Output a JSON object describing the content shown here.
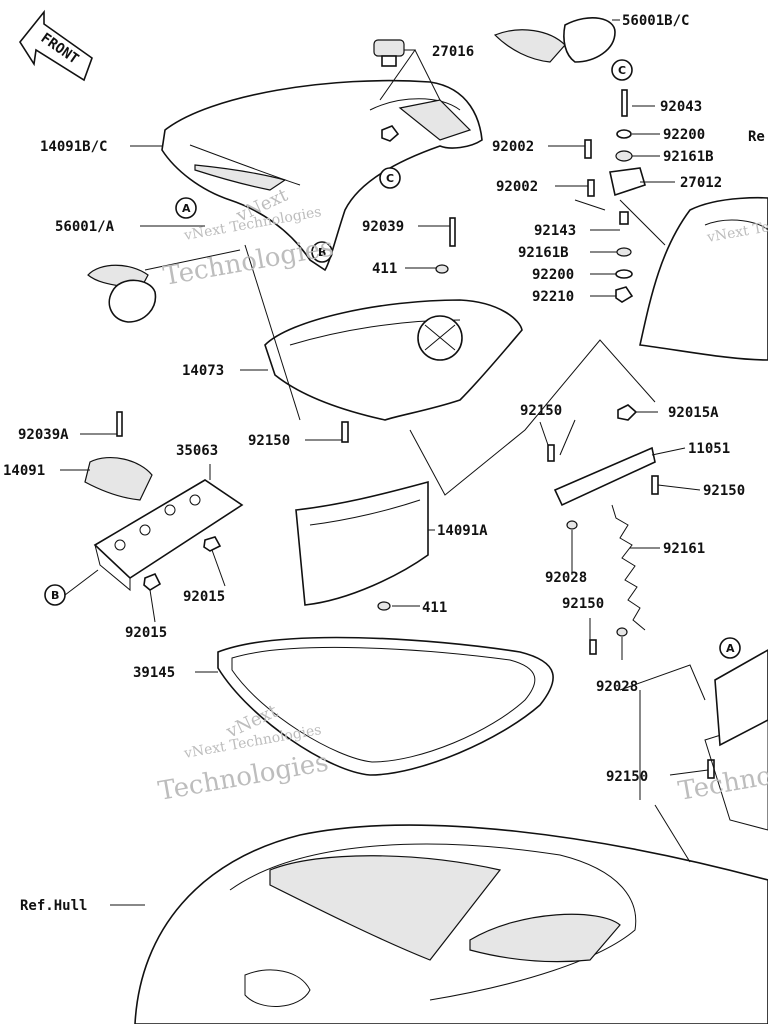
{
  "labels": {
    "front": "FRONT",
    "p56001bc": "56001B/C",
    "p27016": "27016",
    "p92043": "92043",
    "p92200a": "92200",
    "p92161ba": "92161B",
    "p92002a": "92002",
    "p27012": "27012",
    "p92002b": "92002",
    "p14091bc": "14091B/C",
    "p56001a": "56001/A",
    "p92039": "92039",
    "p411a": "411",
    "p92143": "92143",
    "p92161bb": "92161B",
    "p92200b": "92200",
    "p92210": "92210",
    "p14073": "14073",
    "p92150a": "92150",
    "p92015a": "92015A",
    "p11051": "11051",
    "p92039a": "92039A",
    "p35063": "35063",
    "p14091": "14091",
    "p92150b": "92150",
    "p92150c": "92150",
    "p14091a": "14091A",
    "p92161": "92161",
    "p92015b": "92015",
    "p92028a": "92028",
    "p92015c": "92015",
    "p411b": "411",
    "p92150d": "92150",
    "p92028b": "92028",
    "p39145": "39145",
    "p92150e": "92150",
    "refhull": "Ref.Hull",
    "refcut": "Re"
  },
  "callouts": {
    "c_top": "C",
    "c_bolt": "C",
    "a_seat": "A",
    "b_seat": "B",
    "b_bracket": "B",
    "a_right": "A"
  },
  "watermarks": [
    "vNext Technologies",
    "Technologies",
    "vNext Technologies",
    "Technologies",
    "vNext Technologies",
    "Technologies",
    "vNext",
    "vNext"
  ]
}
